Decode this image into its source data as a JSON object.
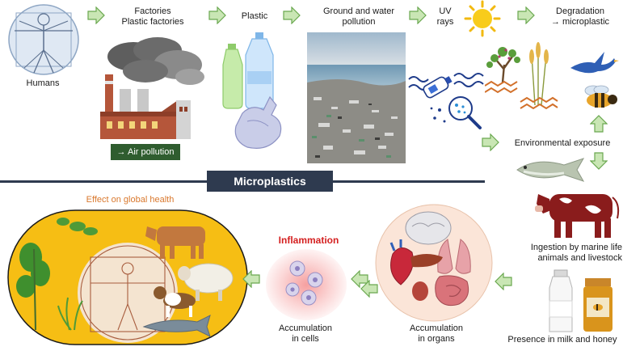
{
  "top": {
    "humans": "Humans",
    "factories_1": "Factories",
    "factories_2": "Plastic factories",
    "plastic": "Plastic",
    "pollution_1": "Ground and water",
    "pollution_2": "pollution",
    "uv_1": "UV",
    "uv_2": "rays",
    "degradation_1": "Degradation",
    "degradation_2": "→ microplastic",
    "air_pollution": "→ Air pollution"
  },
  "right": {
    "environmental_exposure": "Environmental exposure",
    "ingestion_1": "Ingestion by marine life",
    "ingestion_2": "animals and livestock",
    "milk_honey": "Presence in milk and honey"
  },
  "center": {
    "title": "Microplastics"
  },
  "bottom": {
    "effect": "Effect on global health",
    "inflammation": "Inflammation",
    "cells_1": "Accumulation",
    "cells_2": "in cells",
    "organs_1": "Accumulation",
    "organs_2": "in organs"
  },
  "colors": {
    "arrow_fill": "#c9e6b4",
    "arrow_stroke": "#6aa84f",
    "banner": "#2e3a4f",
    "effect_text": "#d9782d",
    "inflammation_text": "#d42020",
    "oval_fill": "#f6be14",
    "air_box": "#2f5d2f"
  }
}
